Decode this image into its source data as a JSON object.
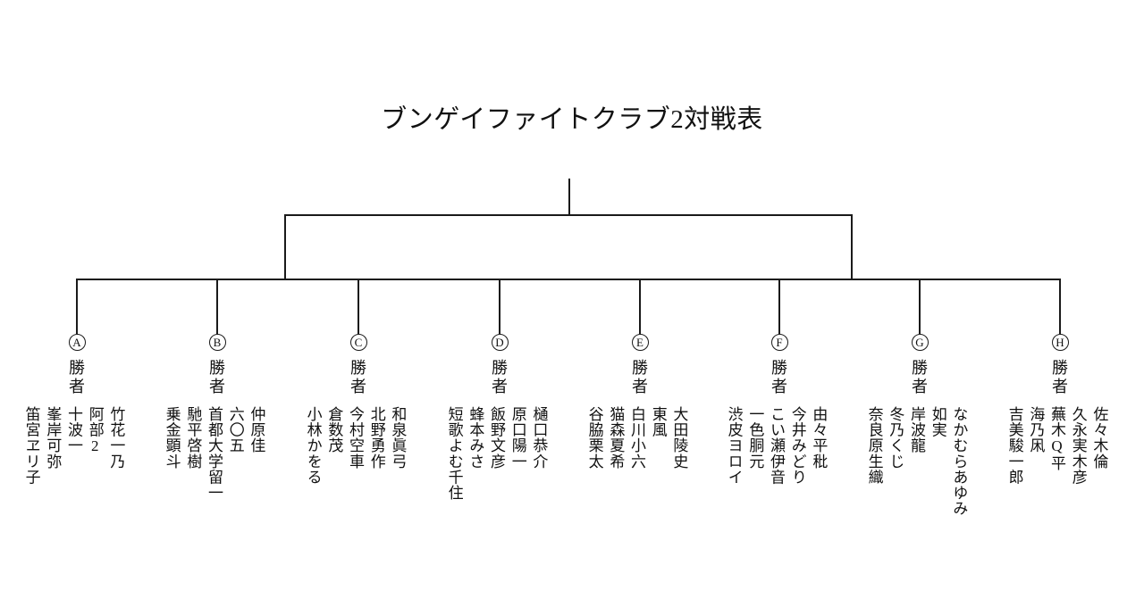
{
  "title": "ブンゲイファイトクラブ2対戦表",
  "winner_label": "勝者",
  "bracket": {
    "stem_label": "champion-stem",
    "line_color": "#1a1a1a"
  },
  "groups": [
    {
      "letter": "A",
      "winner": "勝者",
      "names": [
        "竹花一乃",
        "阿部2",
        "十波一",
        "峯岸可弥",
        "笛宮ヱリ子"
      ]
    },
    {
      "letter": "B",
      "winner": "勝者",
      "names": [
        "仲原佳",
        "六〇五",
        "首都大学留一",
        "馳平啓樹",
        "乗金顕斗"
      ]
    },
    {
      "letter": "C",
      "winner": "勝者",
      "names": [
        "和泉眞弓",
        "北野勇作",
        "今村空車",
        "倉数茂",
        "小林かをる"
      ]
    },
    {
      "letter": "D",
      "winner": "勝者",
      "names": [
        "樋口恭介",
        "原口陽一",
        "飯野文彦",
        "蜂本みさ",
        "短歌よむ千住"
      ]
    },
    {
      "letter": "E",
      "winner": "勝者",
      "names": [
        "大田陵史",
        "東風",
        "白川小六",
        "猫森夏希",
        "谷脇栗太"
      ]
    },
    {
      "letter": "F",
      "winner": "勝者",
      "names": [
        "由々平秕",
        "今井みどり",
        "こい瀬伊音",
        "一色胴元",
        "渋皮ヨロイ"
      ]
    },
    {
      "letter": "G",
      "winner": "勝者",
      "names": [
        "なかむらあゆみ",
        "如実",
        "岸波龍",
        "冬乃くじ",
        "奈良原生織"
      ]
    },
    {
      "letter": "H",
      "winner": "勝者",
      "names": [
        "佐々木倫",
        "久永実木彦",
        "蕪木Q平",
        "海乃凩",
        "吉美駿一郎"
      ]
    }
  ]
}
